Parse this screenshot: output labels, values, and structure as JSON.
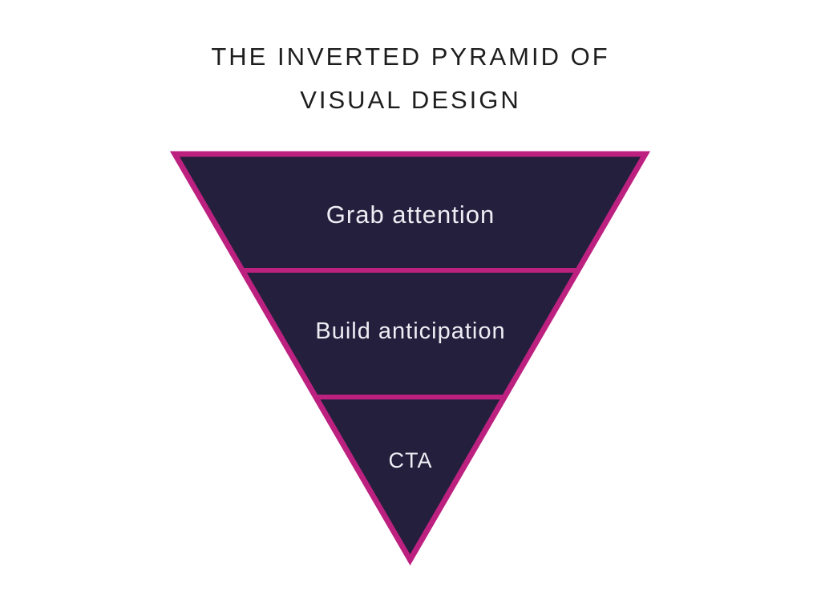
{
  "title": {
    "line1": "THE INVERTED PYRAMID OF",
    "line2": "VISUAL DESIGN"
  },
  "pyramid": {
    "levels": [
      {
        "label": "Grab attention"
      },
      {
        "label": "Build anticipation"
      },
      {
        "label": "CTA"
      }
    ]
  },
  "colors": {
    "background": "#ffffff",
    "pyramid_fill": "#241f3d",
    "pyramid_border": "#bc2180",
    "label_text": "#efedf4",
    "title_text": "#1e1e1e"
  }
}
